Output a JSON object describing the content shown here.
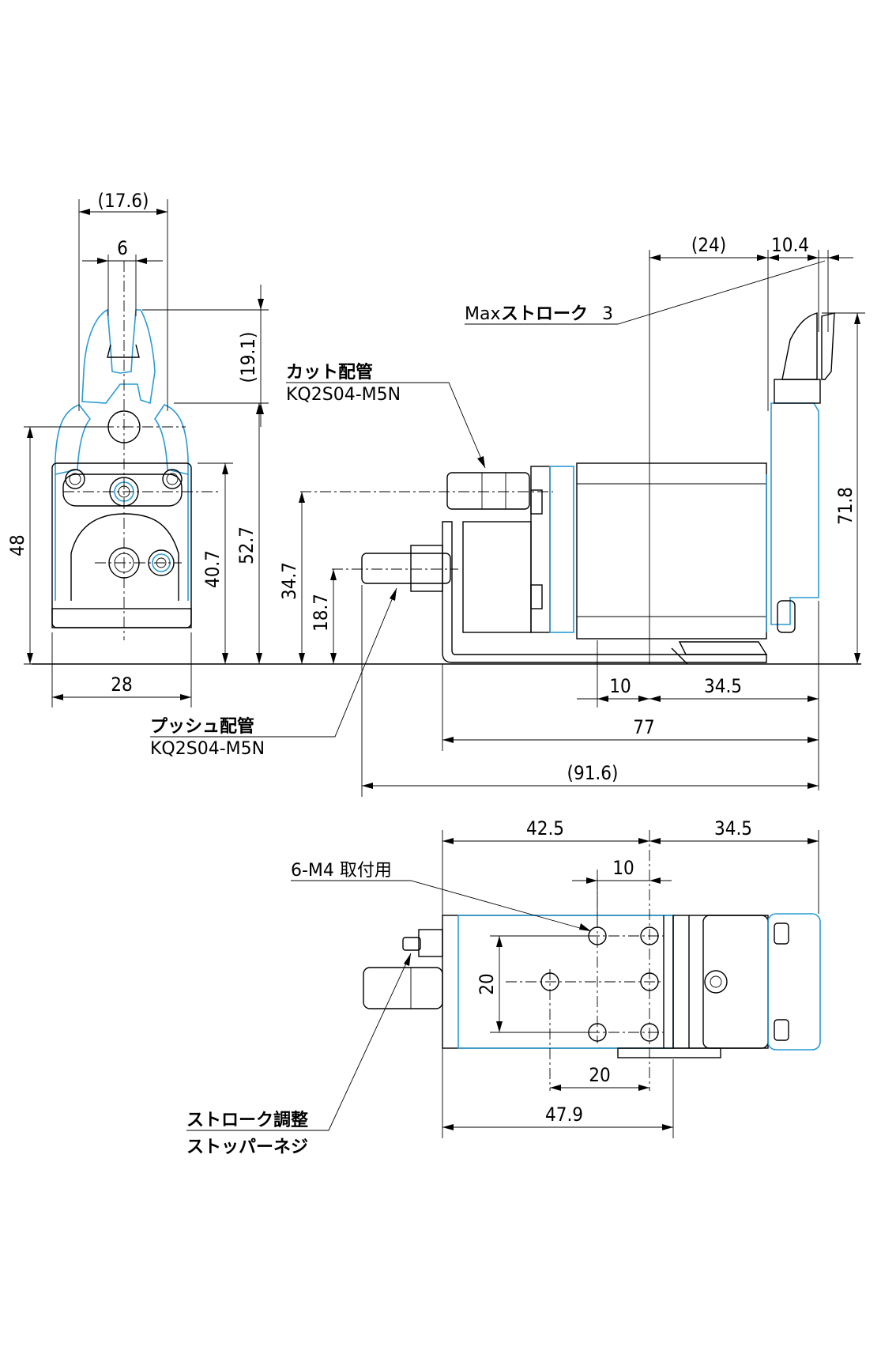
{
  "dimensions": {
    "front_width_17_6": "(17.6)",
    "front_gap_6": "6",
    "front_jaw_19_1": "(19.1)",
    "front_total_48": "48",
    "front_52_7": "52.7",
    "front_40_7": "40.7",
    "front_base_28": "28",
    "side_24": "(24)",
    "side_10_4": "10.4",
    "side_71_8": "71.8",
    "side_34_7": "34.7",
    "side_18_7": "18.7",
    "side_10": "10",
    "side_34_5": "34.5",
    "side_77": "77",
    "side_91_6": "(91.6)",
    "top_42_5": "42.5",
    "top_34_5": "34.5",
    "top_10": "10",
    "top_20_vertical": "20",
    "top_20_horizontal": "20",
    "top_47_9": "47.9"
  },
  "notes": {
    "max_stroke_label": "Max",
    "max_stroke_label_jp": "ストローク",
    "max_stroke_value": "3",
    "cut_pipe_title": "カット配管",
    "cut_pipe_part": "KQ2S04-M5N",
    "push_pipe_title": "プッシュ配管",
    "push_pipe_part": "KQ2S04-M5N",
    "mount_holes": "6-M4  取付用",
    "stroke_adjust_line1": "ストローク調整",
    "stroke_adjust_line2": "ストッパーネジ"
  },
  "colors": {
    "outline_accent": "#2a9bd4",
    "line": "#000000",
    "background": "#ffffff"
  }
}
